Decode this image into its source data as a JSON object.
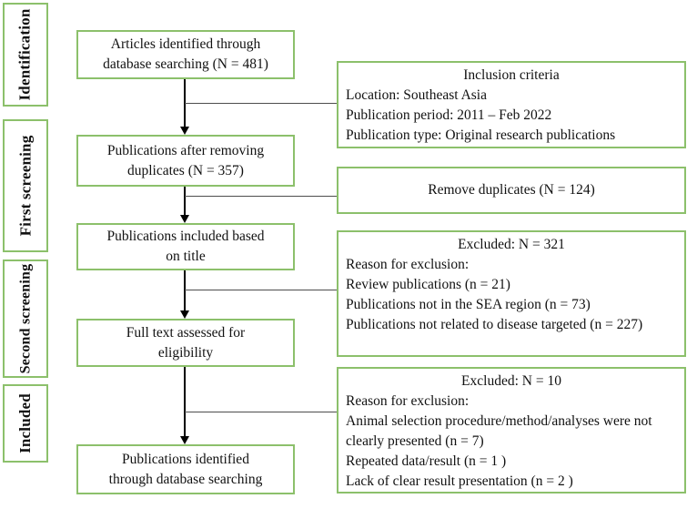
{
  "stages": [
    {
      "label": "Identification"
    },
    {
      "label": "First screening"
    },
    {
      "label": "Second screening"
    },
    {
      "label": "Included"
    }
  ],
  "flow": [
    {
      "lines": [
        "Articles identified through",
        "database searching (N = 481)"
      ]
    },
    {
      "lines": [
        "Publications after removing",
        "duplicates (N = 357)"
      ]
    },
    {
      "lines": [
        "Publications included based",
        "on title"
      ]
    },
    {
      "lines": [
        "Full text assessed for",
        "eligibility"
      ]
    },
    {
      "lines": [
        "Publications identified",
        "through database searching"
      ]
    }
  ],
  "side": [
    {
      "title": "Inclusion criteria",
      "lines": [
        "Location: Southeast Asia",
        "Publication period: 2011 – Feb 2022",
        "Publication type: Original research publications"
      ]
    },
    {
      "title": "Remove duplicates (N = 124)",
      "lines": []
    },
    {
      "title": "Excluded: N = 321",
      "lines": [
        "Reason for exclusion:",
        "Review publications (n = 21)",
        "Publications not in the SEA region (n = 73)",
        "Publications not related to disease targeted (n = 227)"
      ]
    },
    {
      "title": "Excluded: N = 10",
      "lines": [
        "Reason for exclusion:",
        "Animal selection procedure/method/analyses were not clearly presented (n = 7)",
        "Repeated data/result (n = 1 )",
        "Lack of clear result presentation (n = 2 )"
      ]
    }
  ],
  "colors": {
    "box_border": "#8cc06b",
    "arrow": "#000000",
    "connector": "#4d4d4d"
  }
}
